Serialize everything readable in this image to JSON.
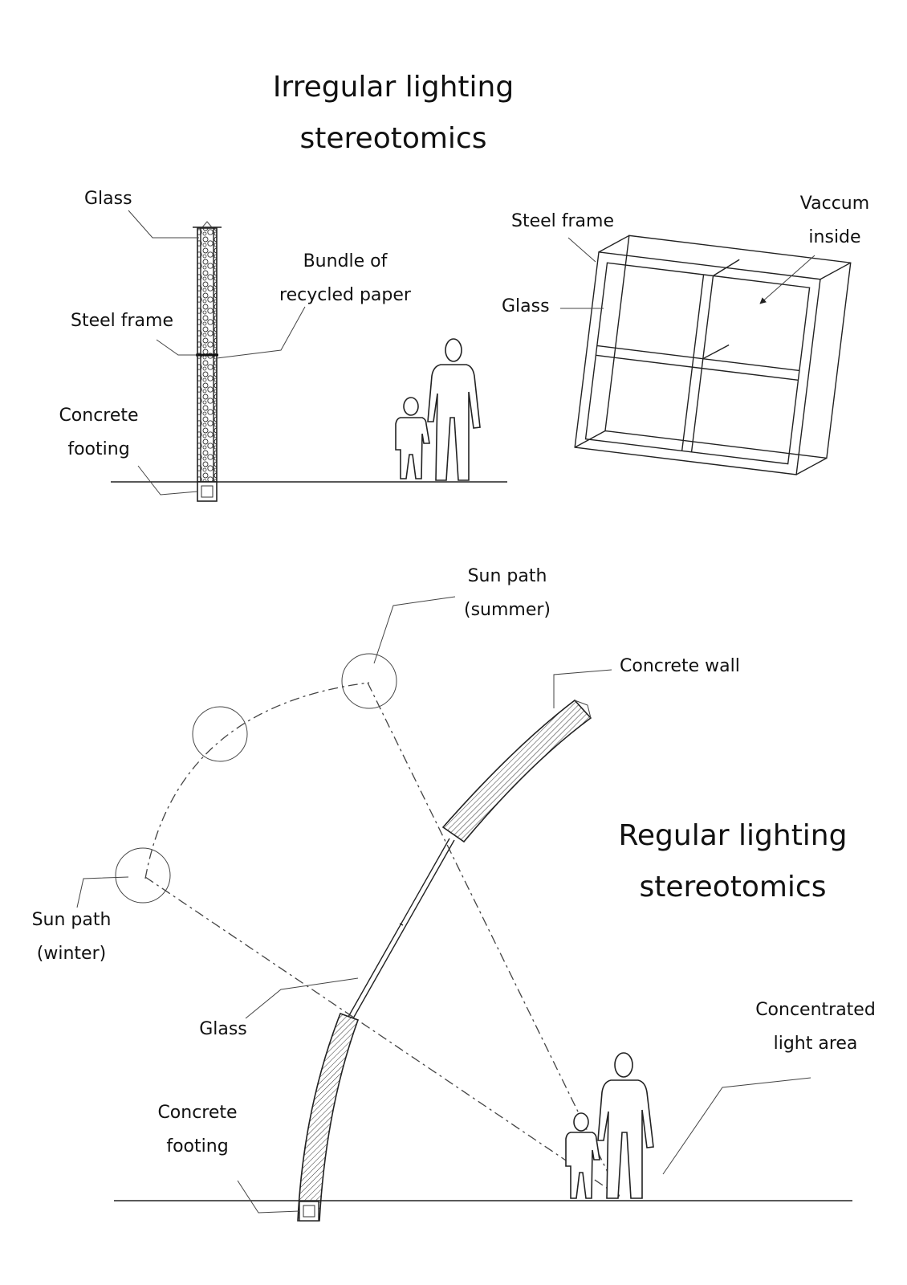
{
  "top": {
    "title_line1": "Irregular lighting",
    "title_line2": "stereotomics",
    "labels": {
      "glass": "Glass",
      "steel_frame": "Steel frame",
      "bundle_line1": "Bundle of",
      "bundle_line2": "recycled paper",
      "footing_line1": "Concrete",
      "footing_line2": "footing",
      "frame_steel": "Steel frame",
      "frame_glass": "Glass",
      "vacuum_line1": "Vaccum",
      "vacuum_line2": "inside"
    }
  },
  "bottom": {
    "title_line1": "Regular lighting",
    "title_line2": "stereotomics",
    "labels": {
      "summer_line1": "Sun path",
      "summer_line2": "(summer)",
      "concrete_wall": "Concrete wall",
      "winter_line1": "Sun path",
      "winter_line2": "(winter)",
      "glass": "Glass",
      "footing_line1": "Concrete",
      "footing_line2": "footing",
      "light_line1": "Concentrated",
      "light_line2": "light area"
    }
  }
}
